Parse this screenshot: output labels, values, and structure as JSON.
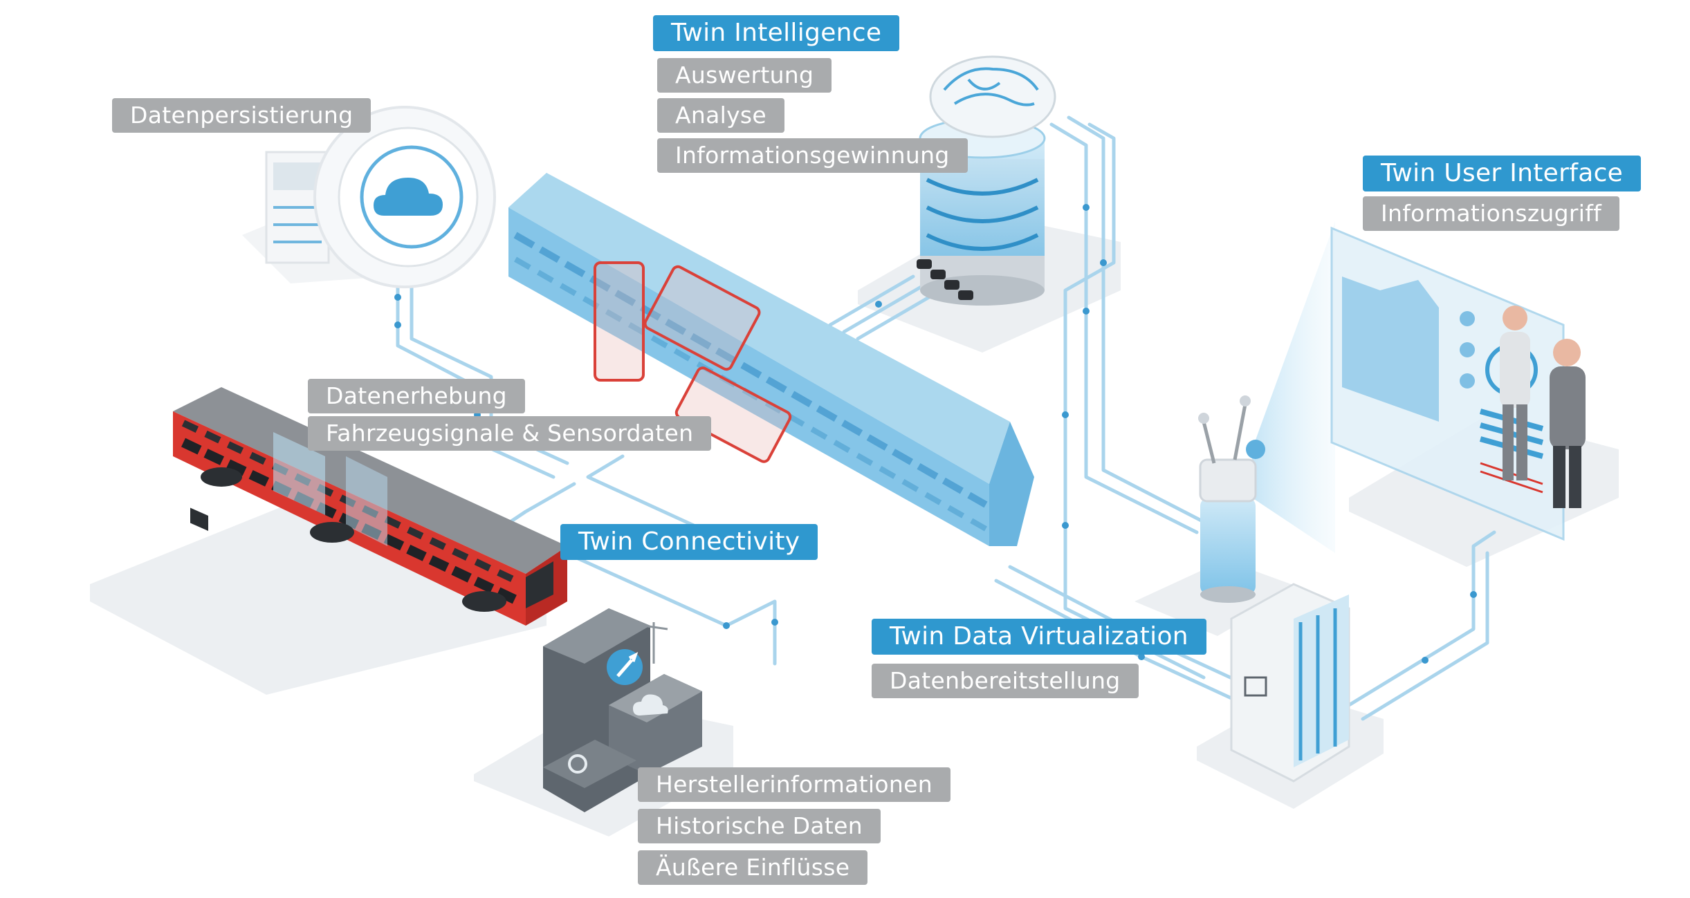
{
  "colors": {
    "accent_blue": "#2f98cf",
    "label_gray": "#a9abad",
    "cable_blue": "#9fcde6",
    "platform": "#e9ecef",
    "train_red": "#d9372f",
    "train_gray": "#7d8187",
    "digital_train": "#8cc8e8"
  },
  "labels": {
    "twin_intelligence": "Twin Intelligence",
    "auswertung": "Auswertung",
    "analyse": "Analyse",
    "informationsgewinnung": "Informationsgewinnung",
    "datenpersistierung": "Datenpersistierung",
    "twin_user_interface": "Twin User Interface",
    "informationszugriff": "Informationszugriff",
    "datenerhebung": "Datenerhebung",
    "fahrzeugsignale": "Fahrzeugsignale & Sensordaten",
    "twin_connectivity": "Twin Connectivity",
    "twin_data_virtualization": "Twin Data Virtualization",
    "datenbereitstellung": "Datenbereitstellung",
    "herstellerinformationen": "Herstellerinformationen",
    "historische_daten": "Historische Daten",
    "aeussere_einfluesse": "Äußere Einflüsse"
  },
  "icons": [
    "cloud-icon",
    "wrench-icon",
    "cloud-sun-icon",
    "refresh-icon",
    "brain-icon",
    "folder-icon"
  ]
}
